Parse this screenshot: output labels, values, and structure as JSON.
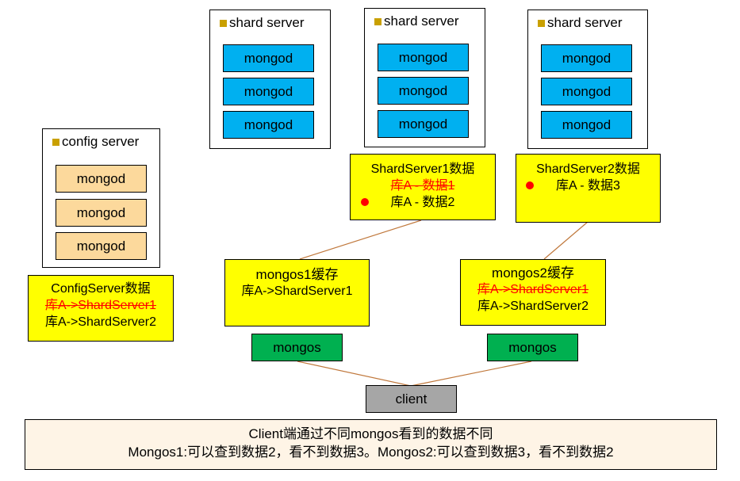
{
  "shard_servers": [
    {
      "title": "shard server",
      "nodes": [
        "mongod",
        "mongod",
        "mongod"
      ]
    },
    {
      "title": "shard server",
      "nodes": [
        "mongod",
        "mongod",
        "mongod"
      ]
    },
    {
      "title": "shard server",
      "nodes": [
        "mongod",
        "mongod",
        "mongod"
      ]
    }
  ],
  "config_server": {
    "title": "config server",
    "nodes": [
      "mongod",
      "mongod",
      "mongod"
    ]
  },
  "config_data": {
    "title": "ConfigServer数据",
    "old_route": "库A->ShardServer1",
    "new_route": "库A->ShardServer2"
  },
  "shard1_data": {
    "title": "ShardServer1数据",
    "old_entry": "库A - 数据1",
    "entry": "库A - 数据2"
  },
  "shard2_data": {
    "title": "ShardServer2数据",
    "entry": "库A - 数据3"
  },
  "mongos1_cache": {
    "title": "mongos1缓存",
    "route": "库A->ShardServer1"
  },
  "mongos2_cache": {
    "title": "mongos2缓存",
    "old_route": "库A->ShardServer1",
    "route": "库A->ShardServer2"
  },
  "mongos_nodes": [
    "mongos",
    "mongos"
  ],
  "client": "client",
  "note": {
    "line1": "Client端通过不同mongos看到的数据不同",
    "line2": "Mongos1:可以查到数据2，看不到数据3。Mongos2:可以查到数据3，看不到数据2"
  },
  "colors": {
    "mongod_shard": "#00b0f0",
    "mongod_config": "#fcd99c",
    "data_box": "#ffff00",
    "mongos": "#00b050",
    "client": "#a6a6a6",
    "strike": "#ff0000",
    "connector": "#c0783c"
  }
}
